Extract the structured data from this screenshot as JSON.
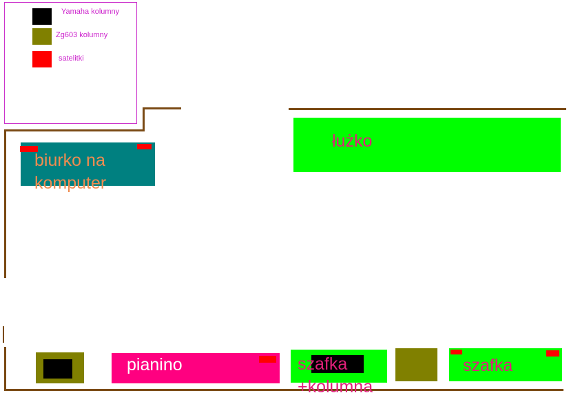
{
  "legend": {
    "items": [
      {
        "label": "Yamaha kolumny",
        "color": "#000000"
      },
      {
        "label": "Zg603 kolumny",
        "color": "#808000"
      },
      {
        "label": "satelitki",
        "color": "#ff0000"
      }
    ]
  },
  "furniture": {
    "desk": {
      "line1": "biurko na",
      "line2": "komputer",
      "color": "#008080",
      "text_color": "#f08c50"
    },
    "bed": {
      "label": "łużko",
      "color": "#00ff00",
      "text_color": "#e0207a"
    },
    "piano": {
      "label": "pianino",
      "color": "#ff0080",
      "text_color": "#ffffff"
    },
    "cabinet_speaker": {
      "line1": "szafka",
      "line2": "+kolumna",
      "color": "#00ff00",
      "text_color": "#e0207a"
    },
    "cabinet": {
      "label": "szafka",
      "color": "#00ff00",
      "text_color": "#e0207a"
    }
  },
  "colors": {
    "wall": "#7a4a14",
    "yamaha_speaker": "#000000",
    "zg603_speaker": "#808000",
    "satellite_speaker": "#ff0000"
  }
}
